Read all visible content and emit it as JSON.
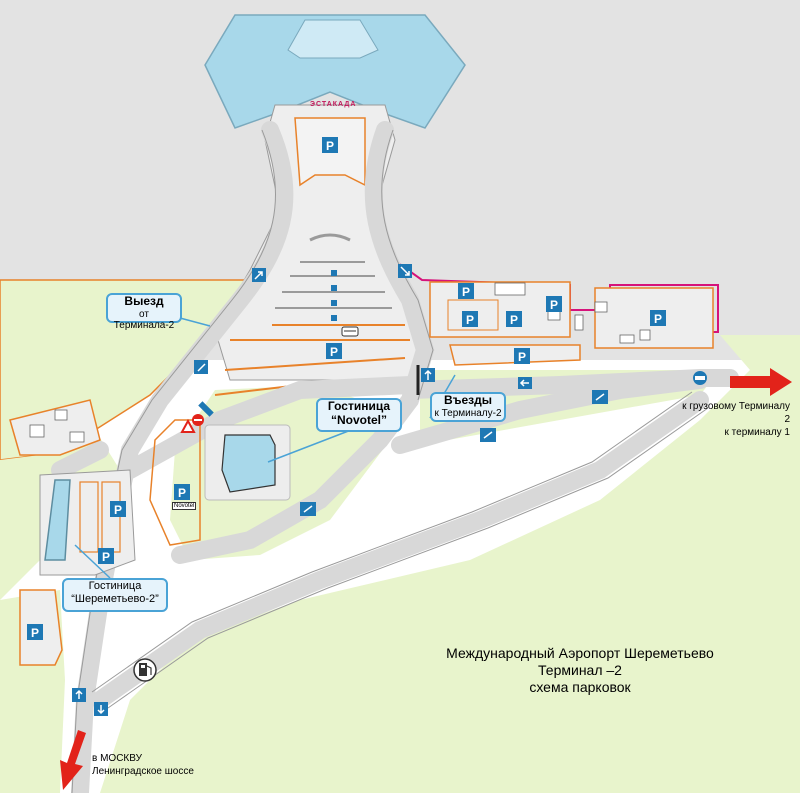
{
  "map": {
    "title_lines": [
      "Международный Аэропорт Шереметьево",
      "Терминал –2",
      "схема парковок"
    ],
    "overpass_label": "ЭСТАКАДА",
    "callouts": {
      "exit": {
        "main": "Выезд",
        "sub": "от Терминала-2"
      },
      "entries": {
        "main": "Въезды",
        "sub": "к Терминалу-2"
      },
      "hotel_novotel": {
        "line1": "Гостиница",
        "line2": "“Novotel”"
      },
      "hotel_sheremetyevo": {
        "line1": "Гостиница",
        "line2": "“Шереметьево-2”"
      }
    },
    "novotel_sign": "Novotel",
    "destinations": {
      "east_line1": "к грузовому Терминалу 2",
      "east_line2": "к терминалу 1",
      "south_line1": "в МОСКВУ",
      "south_line2": "Ленинградское шоссе"
    },
    "parking_symbol": "P",
    "colors": {
      "terminal": "#a8d8ea",
      "road": "#e3e3e3",
      "grass": "#e8f4cc",
      "road_edge": "#9a9a9a",
      "parking_line": "#e8822a",
      "boundary": "#d6137a",
      "parking_sign": "#1e78b4",
      "arrow_red": "#e2231a",
      "callout_border": "#4aa3d6"
    },
    "icons": [
      "parking-icon",
      "direction-arrow-icon",
      "no-entry-icon",
      "fuel-station-icon",
      "bus-icon"
    ]
  }
}
